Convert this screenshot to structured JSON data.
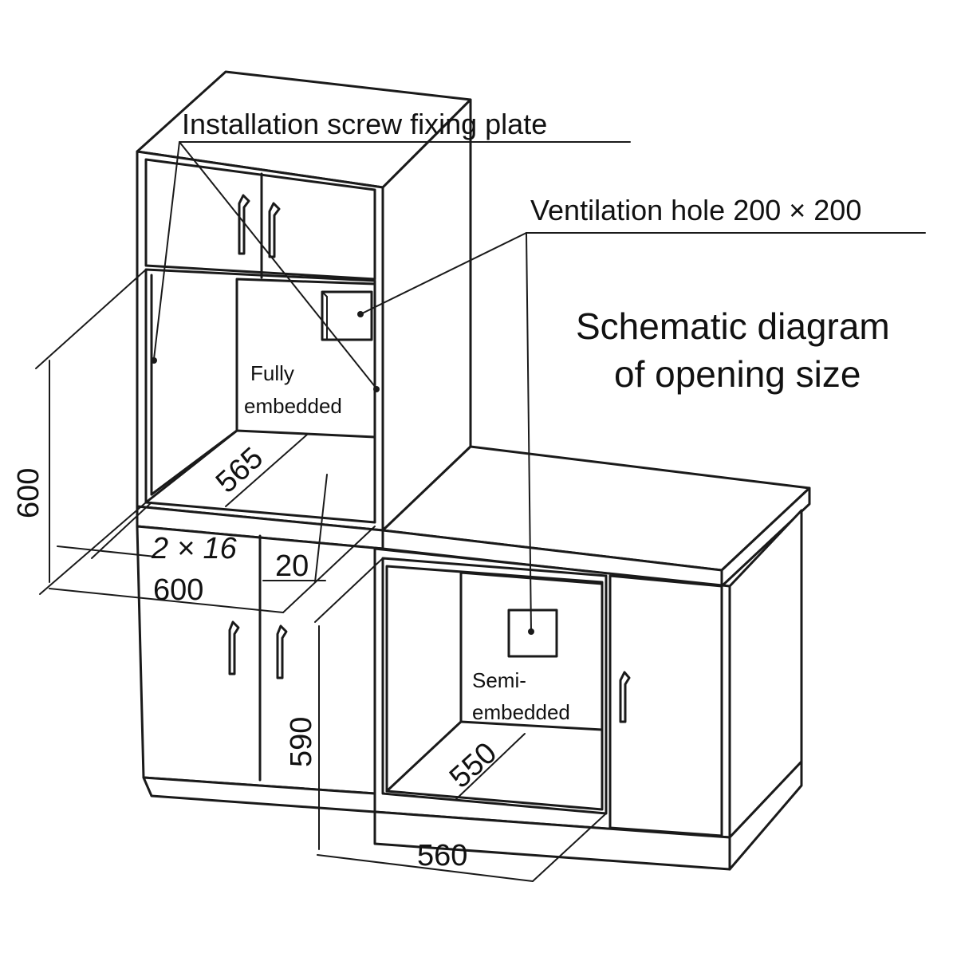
{
  "labels": {
    "screw_plate": "Installation screw fixing plate",
    "ventilation": "Ventilation hole 200 × 200",
    "title_line1": "Schematic diagram",
    "title_line2": "of opening size",
    "fully_1": "Fully",
    "fully_2": "embedded",
    "semi_1": "Semi-",
    "semi_2": "embedded"
  },
  "dimensions": {
    "fully_height": "600",
    "fully_depth": "565",
    "fully_width": "600",
    "side_panels": "2 × 16",
    "gap": "20",
    "semi_height": "590",
    "semi_depth": "550",
    "semi_width": "560"
  }
}
